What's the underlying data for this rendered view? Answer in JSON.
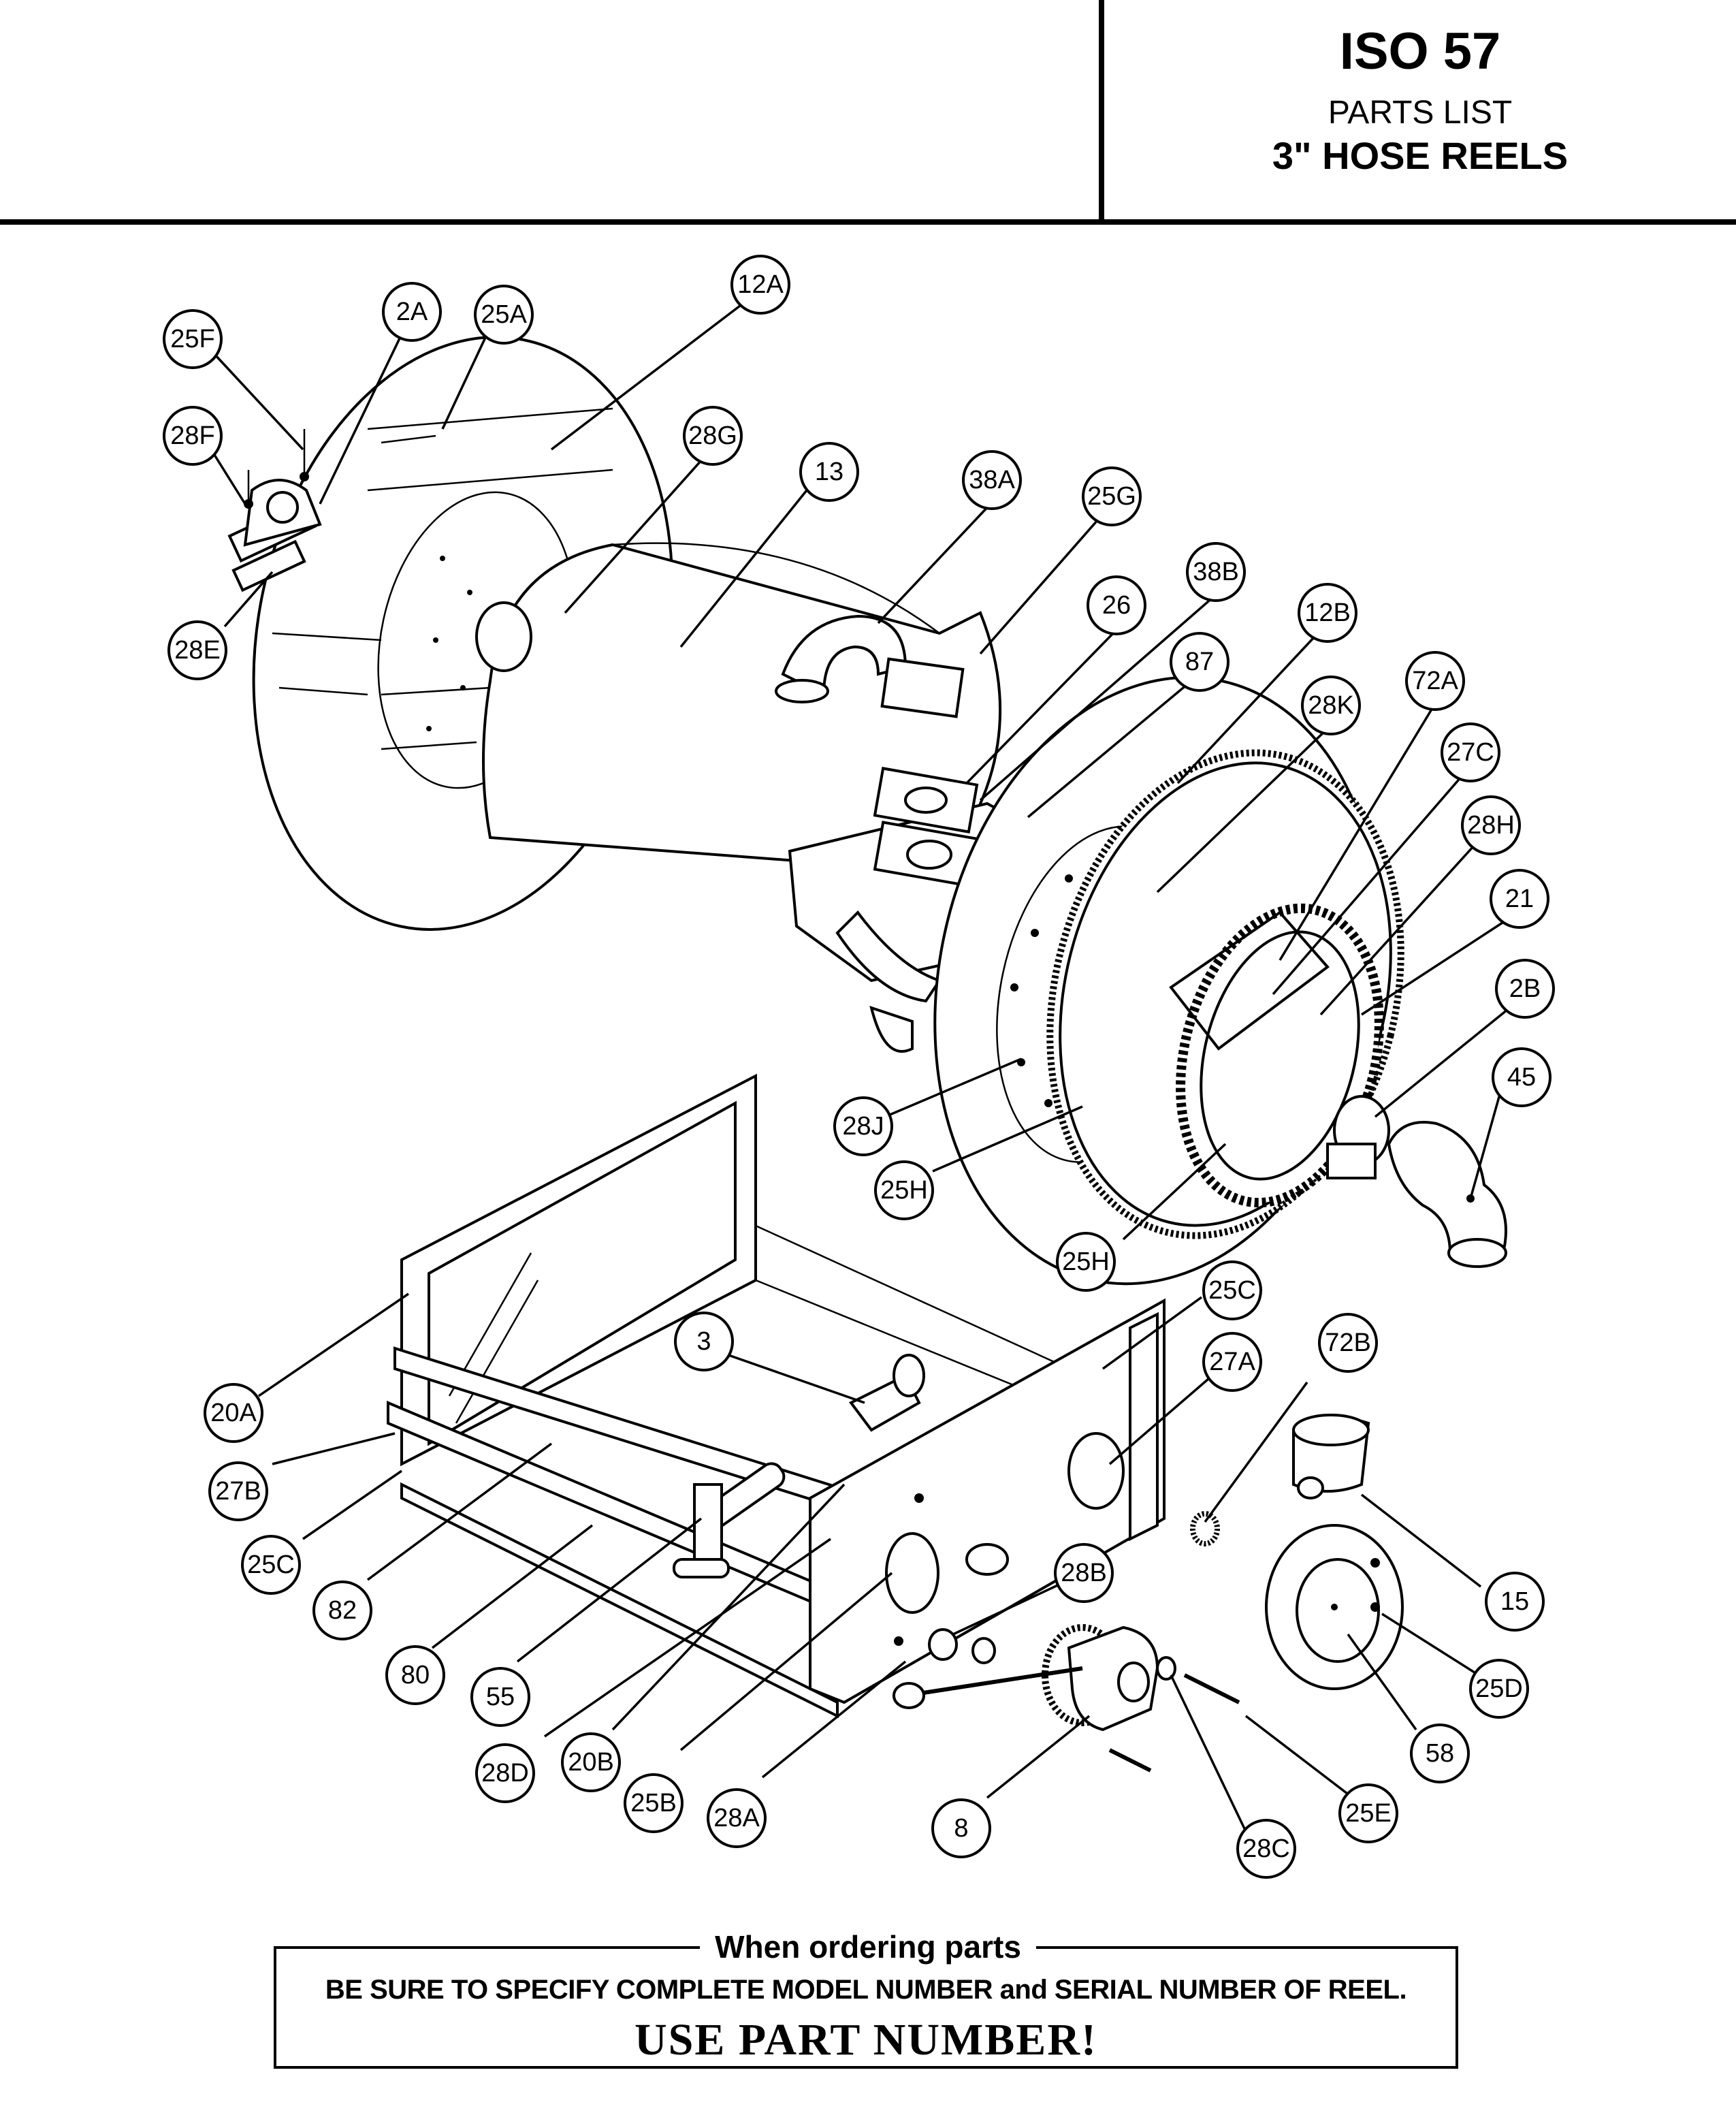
{
  "header": {
    "title": "ISO 57",
    "subtitle": "PARTS LIST",
    "product": "3ʺ HOSE REELS"
  },
  "callouts": {
    "c12A": "12A",
    "c2A": "2A",
    "c25A": "25A",
    "c25F": "25F",
    "c28F": "28F",
    "c28G": "28G",
    "c13": "13",
    "c38A": "38A",
    "c25G": "25G",
    "c38B": "38B",
    "c26": "26",
    "c12B": "12B",
    "c87": "87",
    "c28K": "28K",
    "c72A": "72A",
    "c27C": "27C",
    "c28H": "28H",
    "c21": "21",
    "c2B": "2B",
    "c45": "45",
    "c28E": "28E",
    "c28J": "28J",
    "c25H1": "25H",
    "c25H2": "25H",
    "c25C1": "25C",
    "c72B": "72B",
    "c27A": "27A",
    "c3": "3",
    "c20A": "20A",
    "c27B": "27B",
    "c25C2": "25C",
    "c82": "82",
    "c80": "80",
    "c55": "55",
    "c28D": "28D",
    "c20B": "20B",
    "c25B": "25B",
    "c28A": "28A",
    "c8": "8",
    "c28B": "28B",
    "c15": "15",
    "c25D": "25D",
    "c58": "58",
    "c25E": "25E",
    "c28C": "28C"
  },
  "ordering": {
    "heading": "When ordering parts",
    "line1": "BE SURE TO SPECIFY COMPLETE MODEL NUMBER and SERIAL NUMBER OF REEL.",
    "line2": "USE PART NUMBER!"
  }
}
